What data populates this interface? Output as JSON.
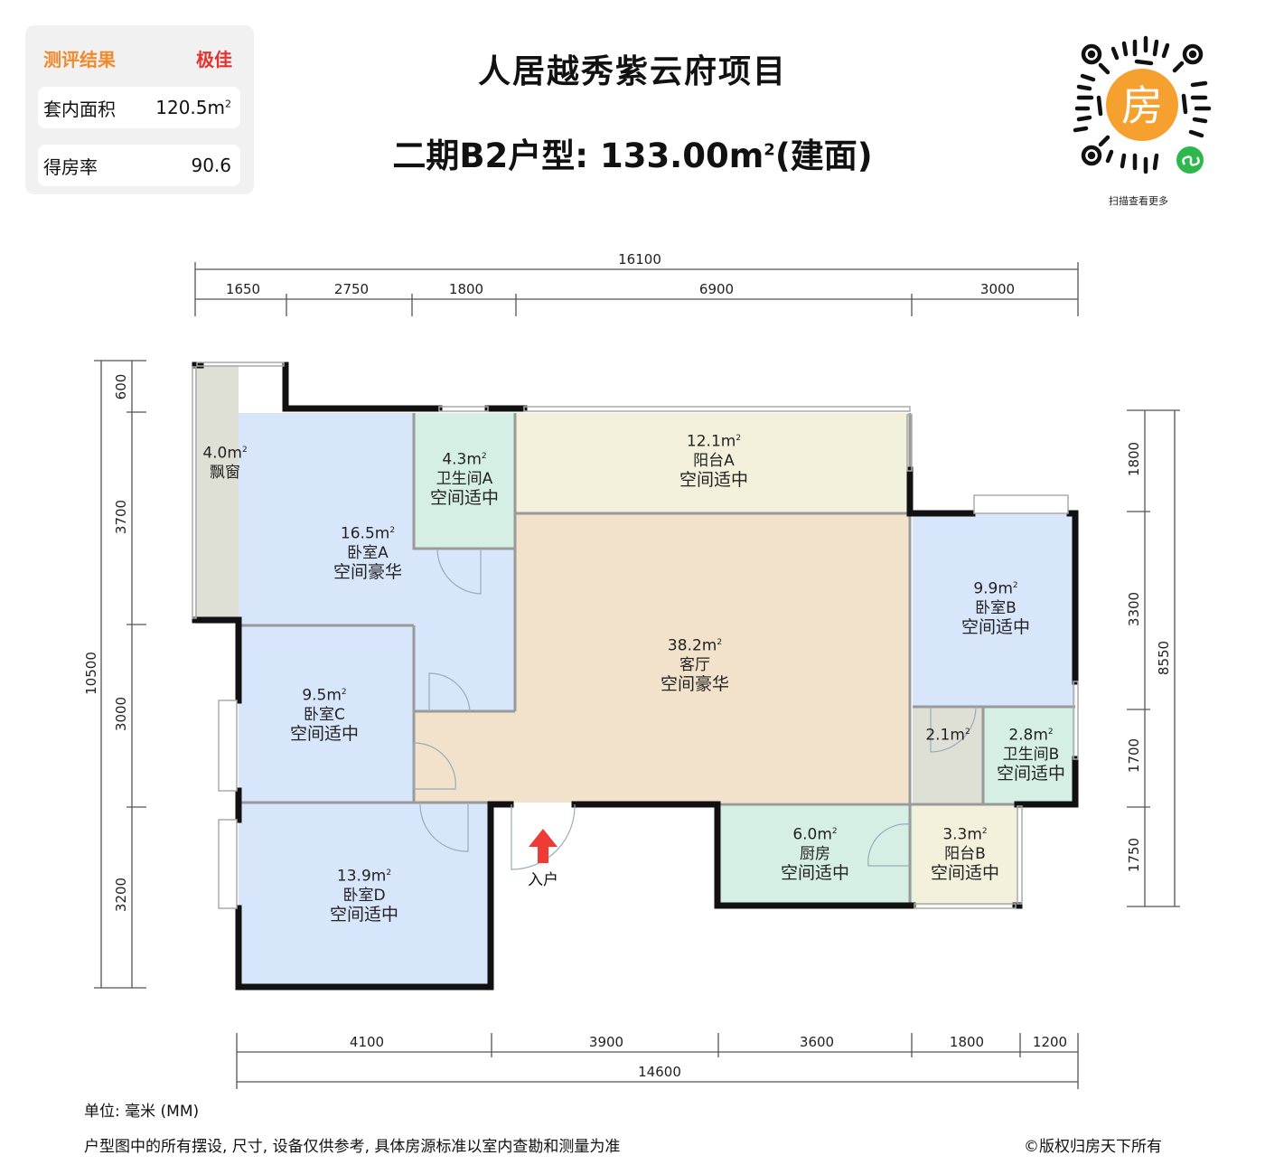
{
  "evaluation_card": {
    "label": "测评结果",
    "result": "极佳",
    "label_color": "#f08a2c",
    "result_color": "#e5322f",
    "rows": [
      {
        "label": "套内面积",
        "value": "120.5m",
        "unit_sup": "2"
      },
      {
        "label": "得房率",
        "value": "90.6",
        "unit_sup": ""
      }
    ]
  },
  "header": {
    "project_title": "人居越秀紫云府项目",
    "unit_title_prefix": "二期B2户型: 133.00m",
    "unit_title_sup": "2",
    "unit_title_suffix": "(建面)"
  },
  "qr": {
    "center_glyph": "房",
    "center_color": "#f5a02f",
    "badge_color": "#2db84d",
    "caption": "扫描查看更多"
  },
  "dimensions": {
    "top_total": "16100",
    "top_segments": [
      "1650",
      "2750",
      "1800",
      "6900",
      "3000"
    ],
    "bottom_segments": [
      "4100",
      "3900",
      "3600",
      "1800",
      "1200"
    ],
    "bottom_total": "14600",
    "left_total": "10500",
    "left_segments": [
      "600",
      "3700",
      "3000",
      "3200"
    ],
    "right_total": "8550",
    "right_segments": [
      "1800",
      "3300",
      "1700",
      "1750"
    ]
  },
  "rooms": [
    {
      "id": "bay-window",
      "area": "4.0m",
      "name": "飘窗",
      "eval": "",
      "color": "#dfe0d5"
    },
    {
      "id": "bedroom-a",
      "area": "16.5m",
      "name": "卧室A",
      "eval": "空间豪华",
      "color": "#d8e6fb"
    },
    {
      "id": "bathroom-a",
      "area": "4.3m",
      "name": "卫生间A",
      "eval": "空间适中",
      "color": "#d6efe5"
    },
    {
      "id": "balcony-a",
      "area": "12.1m",
      "name": "阳台A",
      "eval": "空间适中",
      "color": "#f3f1dc"
    },
    {
      "id": "living-room",
      "area": "38.2m",
      "name": "客厅",
      "eval": "空间豪华",
      "color": "#f2e2cb"
    },
    {
      "id": "bedroom-b",
      "area": "9.9m",
      "name": "卧室B",
      "eval": "空间适中",
      "color": "#d8e6fb"
    },
    {
      "id": "closet",
      "area": "2.1m",
      "name": "",
      "eval": "",
      "color": "#dfe0d5"
    },
    {
      "id": "bathroom-b",
      "area": "2.8m",
      "name": "卫生间B",
      "eval": "空间适中",
      "color": "#d6efe5"
    },
    {
      "id": "bedroom-c",
      "area": "9.5m",
      "name": "卧室C",
      "eval": "空间适中",
      "color": "#d8e6fb"
    },
    {
      "id": "bedroom-d",
      "area": "13.9m",
      "name": "卧室D",
      "eval": "空间适中",
      "color": "#d8e6fb"
    },
    {
      "id": "kitchen",
      "area": "6.0m",
      "name": "厨房",
      "eval": "空间适中",
      "color": "#d6efe5"
    },
    {
      "id": "balcony-b",
      "area": "3.3m",
      "name": "阳台B",
      "eval": "空间适中",
      "color": "#f3f1dc"
    }
  ],
  "entry": {
    "label": "入户",
    "arrow_color": "#ee3b36"
  },
  "footer": {
    "unit_note": "单位: 毫米 (MM)",
    "disclaimer": "户型图中的所有摆设, 尺寸, 设备仅供参考, 具体房源标准以室内查勘和测量为准",
    "copyright": "©版权归房天下所有"
  }
}
